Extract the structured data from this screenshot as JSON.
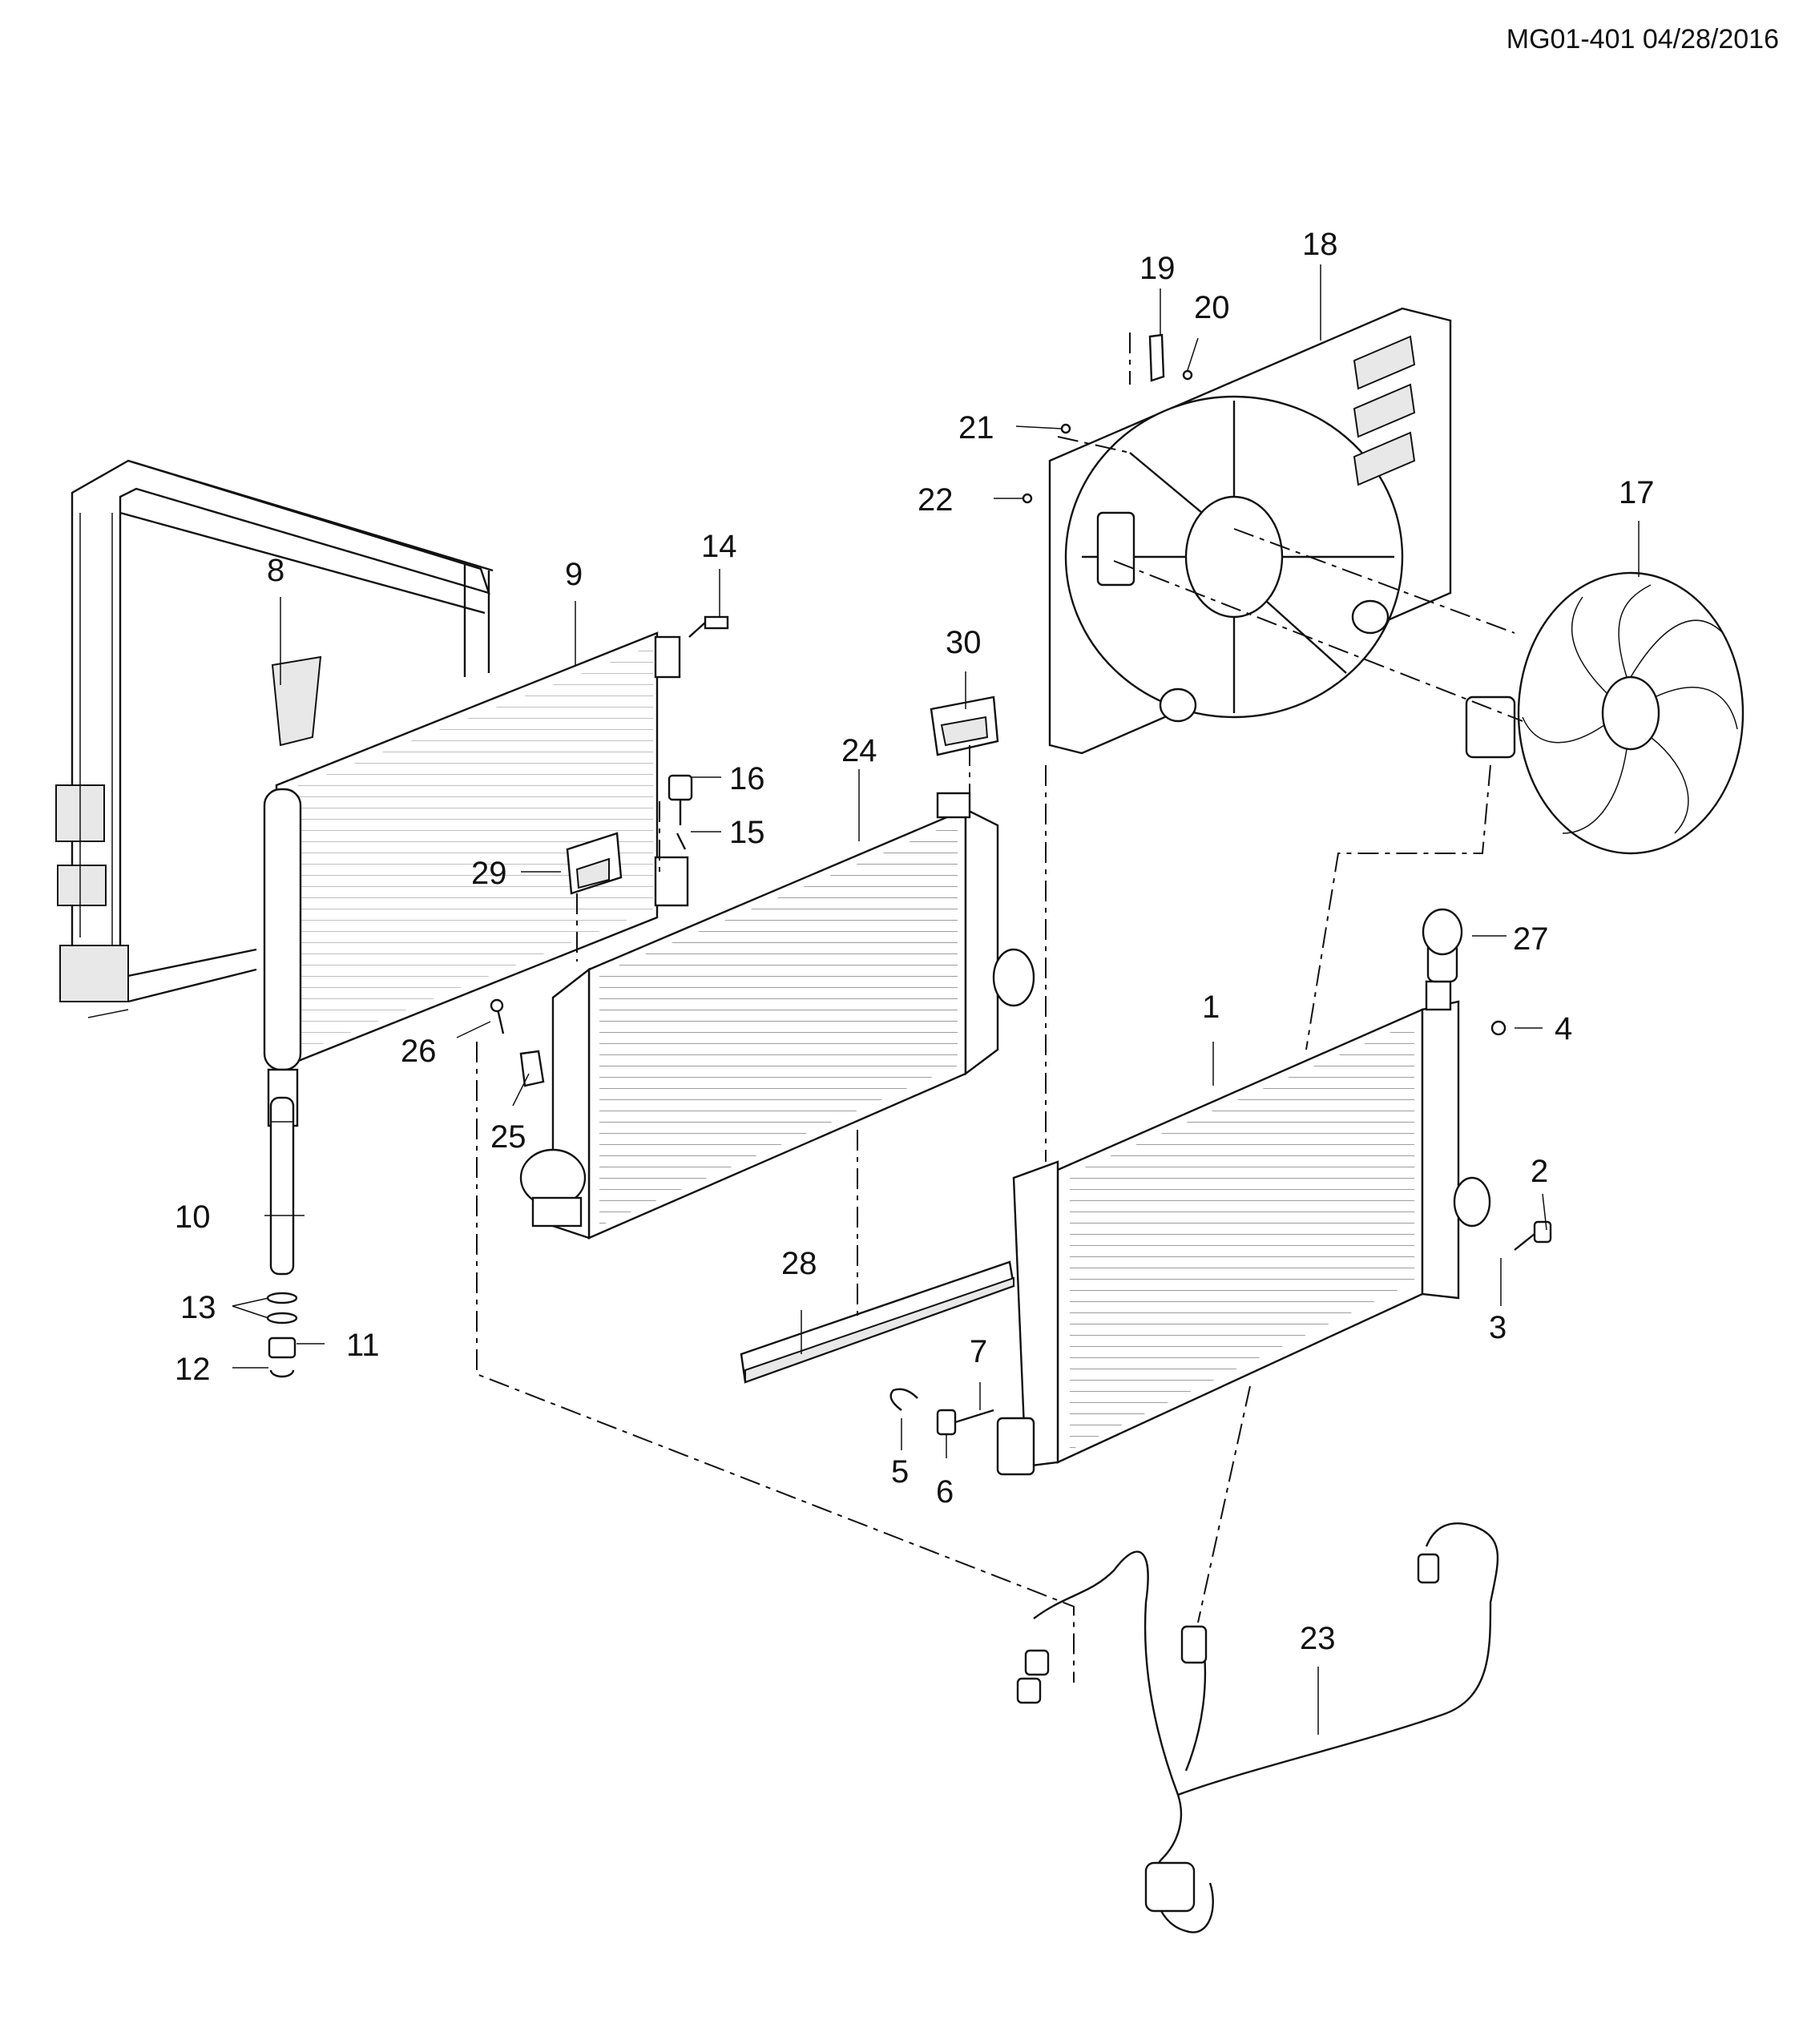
{
  "doc_ref": "MG01-401 04/28/2016",
  "callouts": {
    "c1": "1",
    "c2": "2",
    "c3": "3",
    "c4": "4",
    "c5": "5",
    "c6": "6",
    "c7": "7",
    "c8": "8",
    "c9": "9",
    "c10": "10",
    "c11": "11",
    "c12": "12",
    "c13": "13",
    "c14": "14",
    "c15": "15",
    "c16": "16",
    "c17": "17",
    "c18": "18",
    "c19": "19",
    "c20": "20",
    "c21": "21",
    "c22": "22",
    "c23": "23",
    "c24": "24",
    "c25": "25",
    "c26": "26",
    "c27": "27",
    "c28": "28",
    "c29": "29",
    "c30": "30"
  }
}
